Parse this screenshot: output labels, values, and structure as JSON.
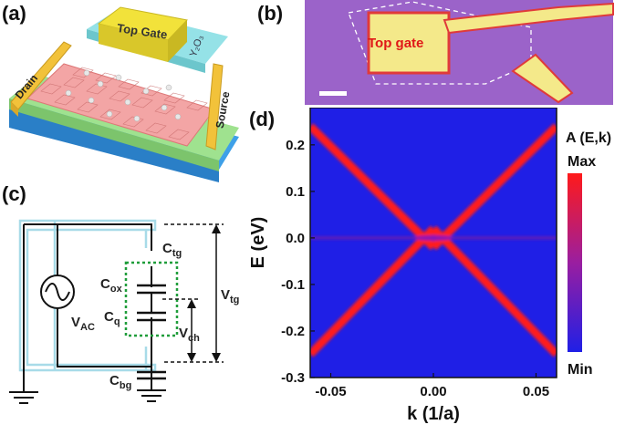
{
  "panels": {
    "a": {
      "label": "(a)",
      "top_gate": "Top Gate",
      "oxide": "Y₂O₃",
      "drain": "Drain",
      "source": "Source"
    },
    "b": {
      "label": "(b)",
      "top_gate": "Top gate"
    },
    "c": {
      "label": "(c)",
      "labels": {
        "ctg": "C",
        "ctg_sub": "tg",
        "cox": "C",
        "cox_sub": "ox",
        "cq": "C",
        "cq_sub": "q",
        "cbg": "C",
        "cbg_sub": "bg",
        "vac": "V",
        "vac_sub": "AC",
        "vtg": "V",
        "vtg_sub": "tg",
        "vch": "V",
        "vch_sub": "ch"
      }
    },
    "d": {
      "label": "(d)"
    }
  },
  "colors": {
    "plot_bg": "#1f1fe6",
    "band": "#ff1a1a",
    "colorbar_top": "#ff1a1a",
    "colorbar_bottom": "#1f1fe6",
    "gate_gold": "#f2e23a",
    "oxide_cyan": "#8fe0e6",
    "graphene_pink": "#f3a5a5",
    "substrate_green": "#9fe28f",
    "substrate_blue": "#3ea0e8",
    "wire_light_blue": "#a8dbe8",
    "capacitor_green": "#1f9d3a",
    "micro_bg": "#9b63c9"
  },
  "chart_data": {
    "type": "heatmap",
    "title": "",
    "xlabel": "k (1/a)",
    "ylabel": "E (eV)",
    "xlim": [
      -0.06,
      0.06
    ],
    "ylim": [
      -0.3,
      0.28
    ],
    "xticks": [
      -0.05,
      0.0,
      0.05
    ],
    "xtick_labels": [
      "-0.05",
      "0.00",
      "0.05"
    ],
    "yticks": [
      0.2,
      0.1,
      0.0,
      -0.1,
      -0.2,
      -0.3
    ],
    "ytick_labels": [
      "0.2",
      "0.1",
      "0.0",
      "-0.1",
      "-0.2",
      "-0.3"
    ],
    "colorbar": {
      "title": "A (E,k)",
      "max_label": "Max",
      "min_label": "Min"
    },
    "bands": [
      {
        "name": "upper-left",
        "x": [
          -0.06,
          0.0
        ],
        "y": [
          0.24,
          -0.02
        ]
      },
      {
        "name": "upper-right",
        "x": [
          0.0,
          0.06
        ],
        "y": [
          -0.02,
          0.24
        ]
      },
      {
        "name": "lower-left",
        "x": [
          -0.06,
          0.0
        ],
        "y": [
          -0.25,
          0.02
        ]
      },
      {
        "name": "lower-right",
        "x": [
          0.0,
          0.06
        ],
        "y": [
          0.02,
          -0.25
        ]
      },
      {
        "name": "flat",
        "x": [
          -0.06,
          0.06
        ],
        "y": [
          0.0,
          0.0
        ]
      }
    ]
  }
}
